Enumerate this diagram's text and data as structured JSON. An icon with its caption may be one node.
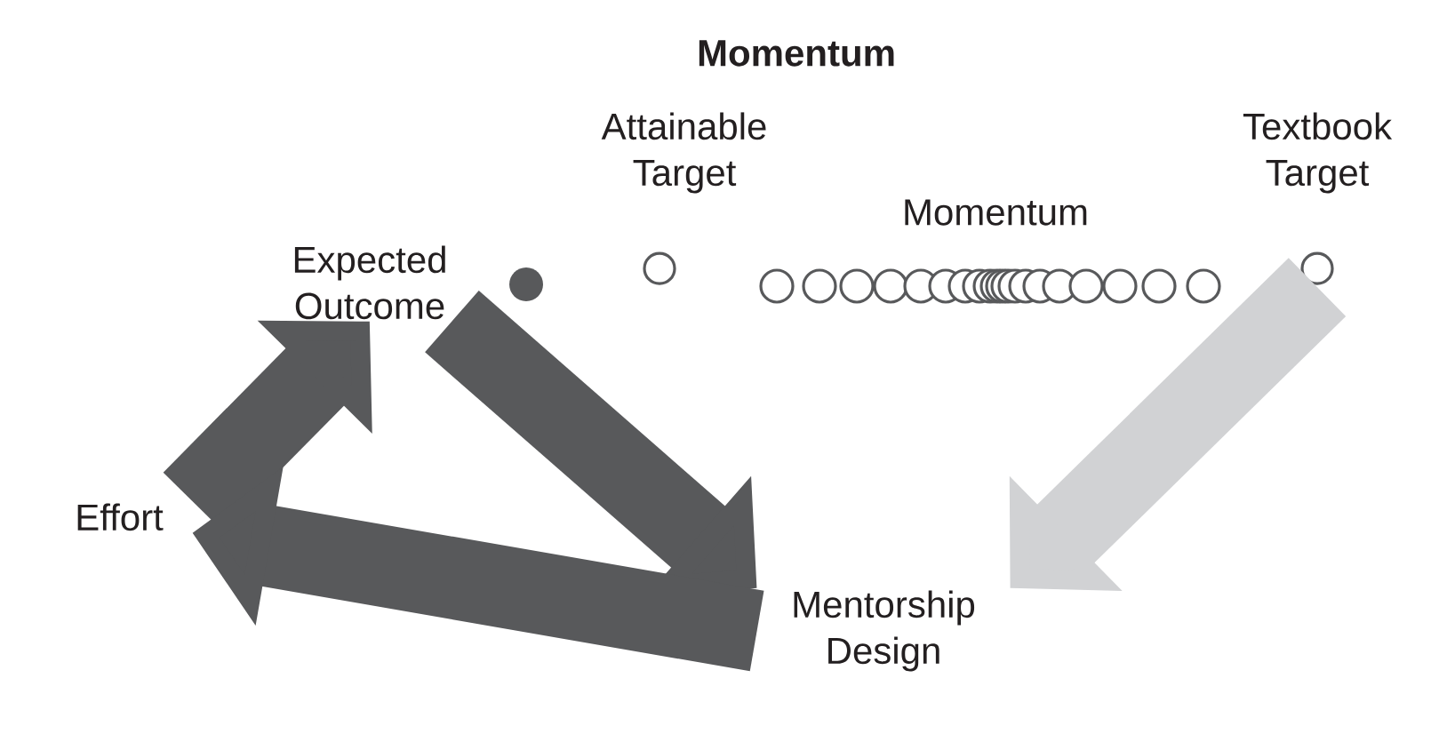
{
  "diagram": {
    "title": "Momentum",
    "nodes": [
      {
        "text": [
          "Expected Outcome"
        ]
      },
      {
        "text": [
          "Attainable Target"
        ]
      },
      {
        "text": [
          "Momentum"
        ]
      },
      {
        "text": [
          "Textbook Target"
        ]
      },
      {
        "text": [
          "Mentorship Design"
        ]
      },
      {
        "text": [
          "Effort"
        ]
      }
    ],
    "edges": [
      {
        "from": 5,
        "to": 0,
        "arrow": "to"
      },
      {
        "from": 0,
        "to": 4,
        "arrow": "to"
      },
      {
        "from": 3,
        "to": 4,
        "arrow": "to",
        "color": "#d1d2d4"
      },
      {
        "from": 4,
        "to": 5,
        "arrow": "to"
      }
    ]
  }
}
